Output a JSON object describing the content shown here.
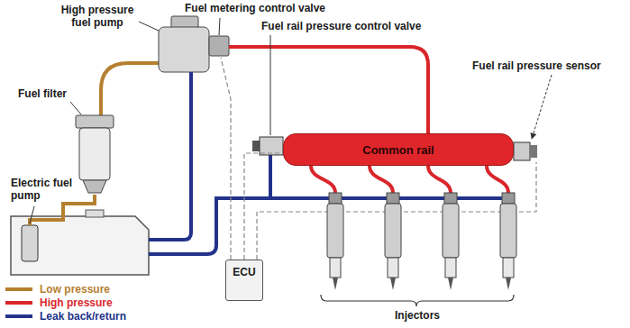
{
  "diagram": {
    "nodes": [
      {
        "text": [
          "Common rail"
        ]
      },
      {
        "text": [
          "ECU"
        ]
      }
    ],
    "edges": [
      {
        "from": 1,
        "to": 0,
        "arrow": "none"
      }
    ],
    "labels": [
      "High pressure fuel pump",
      "Fuel metering control valve",
      "Fuel rail pressure control valve",
      "Fuel rail pressure sensor",
      "Fuel filter",
      "Electric fuel pump",
      "Injectors"
    ],
    "legend": [
      {
        "text": "Low pressure",
        "color": "#b5802f"
      },
      {
        "text": "High pressure",
        "color": "#d9262b"
      },
      {
        "text": "Leak back/return",
        "color": "#23338a"
      }
    ]
  }
}
